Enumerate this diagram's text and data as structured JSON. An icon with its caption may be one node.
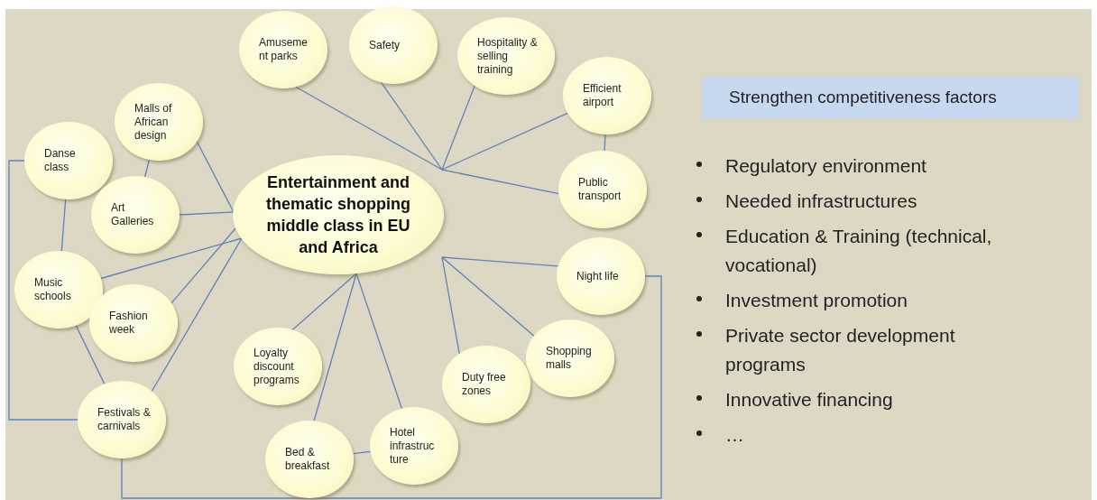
{
  "diagram": {
    "nodes": [
      {
        "text": [
          "Entertainment and thematic shopping middle class in EU and Africa"
        ]
      },
      {
        "text": [
          "Amuseme nt parks"
        ]
      },
      {
        "text": [
          "Safety"
        ]
      },
      {
        "text": [
          "Hospitality & selling training"
        ]
      },
      {
        "text": [
          "Efficient airport"
        ]
      },
      {
        "text": [
          "Public transport"
        ]
      },
      {
        "text": [
          "Malls of African design"
        ]
      },
      {
        "text": [
          "Danse class"
        ]
      },
      {
        "text": [
          "Art Galleries"
        ]
      },
      {
        "text": [
          "Music schools"
        ]
      },
      {
        "text": [
          "Fashion week"
        ]
      },
      {
        "text": [
          "Night life"
        ]
      },
      {
        "text": [
          "Festivals & carnivals"
        ]
      },
      {
        "text": [
          "Loyalty discount programs"
        ]
      },
      {
        "text": [
          "Shopping malls"
        ]
      },
      {
        "text": [
          "Duty free zones"
        ]
      },
      {
        "text": [
          "Hotel infrastruc ture"
        ]
      },
      {
        "text": [
          "Bed & breakfast"
        ]
      },
      {
        "text": [
          "Strengthen competitiveness factors"
        ]
      }
    ],
    "edges": [
      {
        "from": 0,
        "to": 1,
        "arrow": "none"
      },
      {
        "from": 0,
        "to": 2,
        "arrow": "none"
      },
      {
        "from": 0,
        "to": 3,
        "arrow": "none"
      },
      {
        "from": 0,
        "to": 4,
        "arrow": "none"
      },
      {
        "from": 0,
        "to": 5,
        "arrow": "none"
      },
      {
        "from": 4,
        "to": 5,
        "arrow": "none"
      },
      {
        "from": 0,
        "to": 6,
        "arrow": "none"
      },
      {
        "from": 6,
        "to": 8,
        "arrow": "none"
      },
      {
        "from": 0,
        "to": 8,
        "arrow": "none"
      },
      {
        "from": 7,
        "to": 9,
        "arrow": "none"
      },
      {
        "from": 7,
        "to": 12,
        "arrow": "none"
      },
      {
        "from": 0,
        "to": 9,
        "arrow": "none"
      },
      {
        "from": 0,
        "to": 10,
        "arrow": "none"
      },
      {
        "from": 9,
        "to": 12,
        "arrow": "none"
      },
      {
        "from": 0,
        "to": 12,
        "arrow": "none"
      },
      {
        "from": 0,
        "to": 11,
        "arrow": "none"
      },
      {
        "from": 12,
        "to": 11,
        "arrow": "none"
      },
      {
        "from": 0,
        "to": 14,
        "arrow": "none"
      },
      {
        "from": 0,
        "to": 15,
        "arrow": "none"
      },
      {
        "from": 0,
        "to": 13,
        "arrow": "none"
      },
      {
        "from": 0,
        "to": 17,
        "arrow": "none"
      },
      {
        "from": 0,
        "to": 16,
        "arrow": "none"
      },
      {
        "from": 17,
        "to": 16,
        "arrow": "none"
      }
    ],
    "labels": [
      "Regulatory environment",
      "Needed infrastructures",
      "Education & Training (technical, vocational)",
      "Investment promotion",
      "Private sector development programs",
      "Innovative financing",
      "…"
    ]
  }
}
